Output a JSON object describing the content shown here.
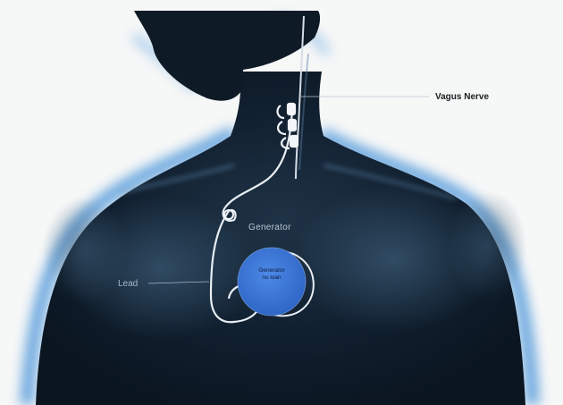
{
  "labels": {
    "vagus_nerve": "Vagus Nerve",
    "generator": "Generator",
    "lead": "Lead",
    "generator_device_text": "Generator\nno loan"
  },
  "colors": {
    "background": "#f6f7f7",
    "body_dark": "#0b1622",
    "rim_glow": "#3f8fd8",
    "generator_fill": "#3a78d8",
    "lead_wire": "#e8eef4"
  }
}
